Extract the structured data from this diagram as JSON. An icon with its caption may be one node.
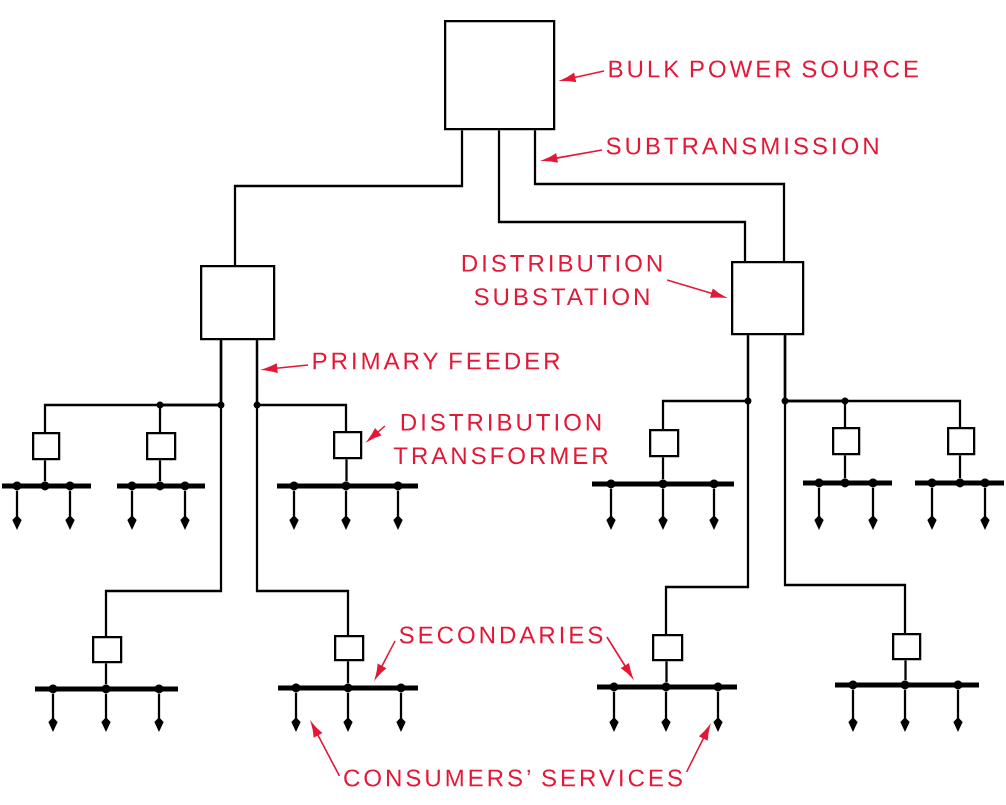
{
  "diagram": {
    "nodes": [
      {
        "text": [],
        "shape": "box"
      },
      {
        "text": [
          "BULK POWER SOURCE"
        ]
      },
      {
        "text": [
          "SUBTRANSMISSION"
        ]
      },
      {
        "text": [],
        "shape": "box"
      },
      {
        "text": [
          "DISTRIBUTION SUBSTATION"
        ]
      },
      {
        "text": [],
        "shape": "box"
      },
      {
        "text": [
          "PRIMARY FEEDER"
        ]
      },
      {
        "text": [],
        "shape": "box"
      },
      {
        "text": [],
        "shape": "box"
      },
      {
        "text": [],
        "shape": "box"
      },
      {
        "text": [
          "DISTRIBUTION TRANSFORMER"
        ]
      },
      {
        "text": [],
        "shape": "box"
      },
      {
        "text": [],
        "shape": "box"
      },
      {
        "text": [],
        "shape": "box"
      },
      {
        "text": [],
        "shape": "bar"
      },
      {
        "text": [],
        "shape": "bar"
      },
      {
        "text": [],
        "shape": "bar"
      },
      {
        "text": [],
        "shape": "bar"
      },
      {
        "text": [],
        "shape": "bar"
      },
      {
        "text": [],
        "shape": "bar"
      },
      {
        "text": [],
        "shape": "box"
      },
      {
        "text": [],
        "shape": "box"
      },
      {
        "text": [
          "SECONDARIES"
        ]
      },
      {
        "text": [],
        "shape": "box"
      },
      {
        "text": [],
        "shape": "box"
      },
      {
        "text": [],
        "shape": "bar"
      },
      {
        "text": [],
        "shape": "bar"
      },
      {
        "text": [],
        "shape": "bar"
      },
      {
        "text": [],
        "shape": "bar"
      },
      {
        "text": [
          "CONSUMERS’ SERVICES"
        ]
      }
    ],
    "edges": [
      {
        "from": 0,
        "to": 3,
        "arrow": "none"
      },
      {
        "from": 0,
        "to": 5,
        "arrow": "none"
      },
      {
        "from": 0,
        "to": 5,
        "arrow": "none"
      },
      {
        "from": 3,
        "to": 7,
        "arrow": "none"
      },
      {
        "from": 3,
        "to": 8,
        "arrow": "none"
      },
      {
        "from": 3,
        "to": 20,
        "arrow": "none"
      },
      {
        "from": 3,
        "to": 9,
        "arrow": "none"
      },
      {
        "from": 3,
        "to": 21,
        "arrow": "none"
      },
      {
        "from": 5,
        "to": 11,
        "arrow": "none"
      },
      {
        "from": 5,
        "to": 23,
        "arrow": "none"
      },
      {
        "from": 5,
        "to": 12,
        "arrow": "none"
      },
      {
        "from": 5,
        "to": 13,
        "arrow": "none"
      },
      {
        "from": 5,
        "to": 24,
        "arrow": "none"
      },
      {
        "from": 7,
        "to": 14,
        "arrow": "none"
      },
      {
        "from": 8,
        "to": 15,
        "arrow": "none"
      },
      {
        "from": 9,
        "to": 16,
        "arrow": "none"
      },
      {
        "from": 11,
        "to": 17,
        "arrow": "none"
      },
      {
        "from": 12,
        "to": 18,
        "arrow": "none"
      },
      {
        "from": 13,
        "to": 19,
        "arrow": "none"
      },
      {
        "from": 20,
        "to": 25,
        "arrow": "none"
      },
      {
        "from": 21,
        "to": 26,
        "arrow": "none"
      },
      {
        "from": 23,
        "to": 27,
        "arrow": "none"
      },
      {
        "from": 24,
        "to": 28,
        "arrow": "none"
      },
      {
        "from": 14,
        "to": null,
        "arrow": "to"
      },
      {
        "from": 14,
        "to": null,
        "arrow": "to"
      },
      {
        "from": 15,
        "to": null,
        "arrow": "to"
      },
      {
        "from": 15,
        "to": null,
        "arrow": "to"
      },
      {
        "from": 16,
        "to": null,
        "arrow": "to"
      },
      {
        "from": 16,
        "to": null,
        "arrow": "to"
      },
      {
        "from": 16,
        "to": null,
        "arrow": "to"
      },
      {
        "from": 17,
        "to": null,
        "arrow": "to"
      },
      {
        "from": 17,
        "to": null,
        "arrow": "to"
      },
      {
        "from": 17,
        "to": null,
        "arrow": "to"
      },
      {
        "from": 18,
        "to": null,
        "arrow": "to"
      },
      {
        "from": 18,
        "to": null,
        "arrow": "to"
      },
      {
        "from": 19,
        "to": null,
        "arrow": "to"
      },
      {
        "from": 19,
        "to": null,
        "arrow": "to"
      },
      {
        "from": 25,
        "to": null,
        "arrow": "to"
      },
      {
        "from": 25,
        "to": null,
        "arrow": "to"
      },
      {
        "from": 25,
        "to": null,
        "arrow": "to"
      },
      {
        "from": 26,
        "to": null,
        "arrow": "to"
      },
      {
        "from": 26,
        "to": null,
        "arrow": "to"
      },
      {
        "from": 26,
        "to": null,
        "arrow": "to"
      },
      {
        "from": 27,
        "to": null,
        "arrow": "to"
      },
      {
        "from": 27,
        "to": null,
        "arrow": "to"
      },
      {
        "from": 27,
        "to": null,
        "arrow": "to"
      },
      {
        "from": 28,
        "to": null,
        "arrow": "to"
      },
      {
        "from": 28,
        "to": null,
        "arrow": "to"
      },
      {
        "from": 28,
        "to": null,
        "arrow": "to"
      },
      {
        "from": 1,
        "to": 0,
        "arrow": "to",
        "color": "#e31837"
      },
      {
        "from": 2,
        "to": null,
        "arrow": "to",
        "color": "#e31837"
      },
      {
        "from": 4,
        "to": 5,
        "arrow": "to",
        "color": "#e31837"
      },
      {
        "from": 6,
        "to": null,
        "arrow": "to",
        "color": "#e31837"
      },
      {
        "from": 10,
        "to": 9,
        "arrow": "to",
        "color": "#e31837"
      },
      {
        "from": 22,
        "to": 26,
        "arrow": "to",
        "color": "#e31837"
      },
      {
        "from": 22,
        "to": 27,
        "arrow": "to",
        "color": "#e31837"
      },
      {
        "from": 29,
        "to": null,
        "arrow": "to",
        "color": "#e31837"
      },
      {
        "from": 29,
        "to": null,
        "arrow": "to",
        "color": "#e31837"
      }
    ]
  }
}
